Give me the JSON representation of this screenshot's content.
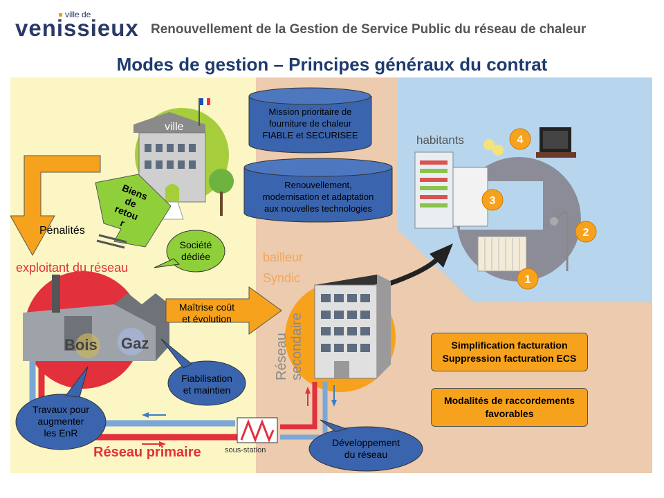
{
  "header": {
    "logo_small": "ville de",
    "logo_main": "venissieux",
    "title": "Renouvellement de la Gestion de Service Public du réseau de chaleur"
  },
  "page_title": "Modes de gestion – Principes généraux du contrat",
  "scene": {
    "ville_label": "ville",
    "habitants_label": "habitants",
    "bailleur_label": "bailleur",
    "syndic_label": "Syndic",
    "exploitant_label": "exploitant du réseau",
    "penalites": "Pénalités",
    "biens_de_retour": [
      "Biens",
      "de",
      "retou",
      "r"
    ],
    "mission": [
      "Mission prioritaire de",
      "fourniture de chaleur",
      "FIABLE et SECURISEE"
    ],
    "renouvellement": [
      "Renouvellement,",
      "modernisation et adaptation",
      "aux nouvelles technologies"
    ],
    "societe_dediee": [
      "Société",
      "dédiée"
    ],
    "maitrise": [
      "Maîtrise coût",
      "et évolution"
    ],
    "fiabilisation": [
      "Fiabilisation",
      "et maintien"
    ],
    "travaux": [
      "Travaux pour",
      "augmenter",
      "les EnR"
    ],
    "developpement": [
      "Développement",
      "du réseau"
    ],
    "simplification": [
      "Simplification facturation",
      "Suppression facturation ECS"
    ],
    "modalites": [
      "Modalités de raccordements",
      "favorables"
    ],
    "reseau_primaire": "Réseau primaire",
    "reseau_secondaire": [
      "Réseau",
      "secondaire"
    ],
    "sous_station": "sous-station",
    "bois": "Bois",
    "gaz": "Gaz",
    "numbers": [
      "1",
      "2",
      "3",
      "4"
    ]
  },
  "colors": {
    "left_bg": "#fbf6c3",
    "right_top_bg": "#b7d6ee",
    "right_bottom_bg": "#eccbae",
    "orange": "#f7a21c",
    "blue_bubble": "#3a64ad",
    "green_bubble": "#8fd03a",
    "title_blue": "#1e3b6e",
    "red_circle": "#e2303c"
  }
}
